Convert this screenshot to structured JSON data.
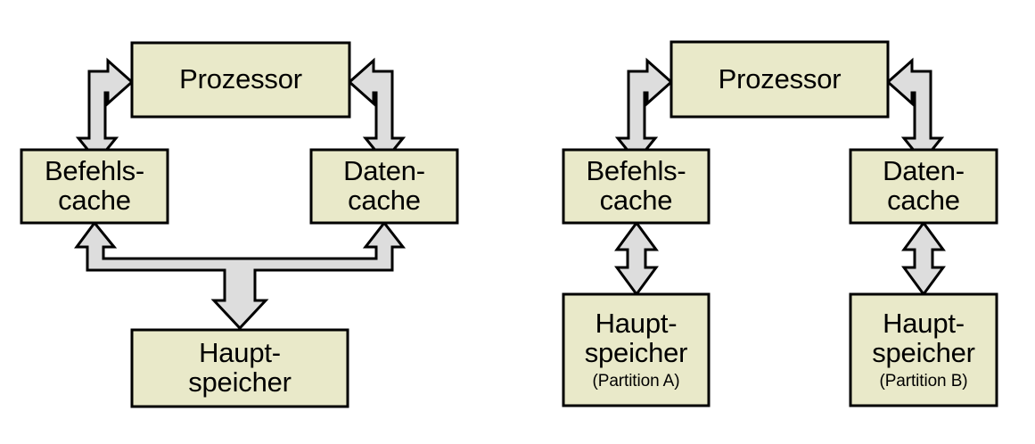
{
  "figure": {
    "title": "",
    "background_color": "#ffffff",
    "box_fill_color": "#e9e9c9",
    "box_stroke_color": "#000000",
    "arrow_fill_color": "#dddddd",
    "arrow_stroke_color": "#000000"
  },
  "diagrams": [
    {
      "id": "harvard-shared-memory",
      "nodes": {
        "processor": {
          "line1": "Prozessor",
          "line2": "",
          "sub": ""
        },
        "instruction_cache": {
          "line1": "Befehls-",
          "line2": "cache",
          "sub": ""
        },
        "data_cache": {
          "line1": "Daten-",
          "line2": "cache",
          "sub": ""
        },
        "main_memory": {
          "line1": "Haupt-",
          "line2": "speicher",
          "sub": ""
        }
      },
      "connections": [
        {
          "id": "proc-icache",
          "from": "instruction_cache",
          "to": "processor",
          "style": "bidirectional-elbow"
        },
        {
          "id": "proc-dcache",
          "from": "data_cache",
          "to": "processor",
          "style": "bidirectional-elbow"
        },
        {
          "id": "caches-memory",
          "from": "main_memory",
          "to": "instruction_cache,data_cache",
          "style": "trident"
        }
      ]
    },
    {
      "id": "harvard-partitioned-memory",
      "nodes": {
        "processor": {
          "line1": "Prozessor",
          "line2": "",
          "sub": ""
        },
        "instruction_cache": {
          "line1": "Befehls-",
          "line2": "cache",
          "sub": ""
        },
        "data_cache": {
          "line1": "Daten-",
          "line2": "cache",
          "sub": ""
        },
        "main_memory_a": {
          "line1": "Haupt-",
          "line2": "speicher",
          "sub": "(Partition A)"
        },
        "main_memory_b": {
          "line1": "Haupt-",
          "line2": "speicher",
          "sub": "(Partition B)"
        }
      },
      "connections": [
        {
          "id": "proc-icache",
          "from": "instruction_cache",
          "to": "processor",
          "style": "bidirectional-elbow"
        },
        {
          "id": "proc-dcache",
          "from": "data_cache",
          "to": "processor",
          "style": "bidirectional-elbow"
        },
        {
          "id": "icache-mema",
          "from": "instruction_cache",
          "to": "main_memory_a",
          "style": "bidirectional-vertical"
        },
        {
          "id": "dcache-memb",
          "from": "data_cache",
          "to": "main_memory_b",
          "style": "bidirectional-vertical"
        }
      ]
    }
  ]
}
